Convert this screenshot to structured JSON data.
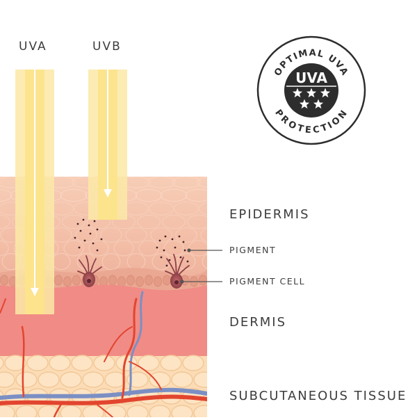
{
  "rays": {
    "uva_label": "UVA",
    "uvb_label": "UVB"
  },
  "badge": {
    "top_text": "OPTIMAL UVA",
    "center_text": "UVA",
    "bottom_text": "PROTECTION",
    "stars": 5
  },
  "layers": {
    "epidermis": "EPIDERMIS",
    "dermis": "DERMIS",
    "subcutaneous": "SUBCUTANEOUS TISSUE"
  },
  "callouts": {
    "pigment": "PIGMENT",
    "pigment_cell": "PIGMENT CELL"
  },
  "colors": {
    "uv_light": "#fbe9a6",
    "uv_core": "#fce38a",
    "epidermis_top": "#f6c6b0",
    "epidermis_mid": "#f3b9a2",
    "basal": "#e9a58f",
    "dermis": "#f08b85",
    "fat": "#fde0bb",
    "vessel_red": "#e2452f",
    "vessel_blue": "#7b8fc4",
    "text": "#3d3d3d",
    "badge_dark": "#2e2d2d"
  }
}
